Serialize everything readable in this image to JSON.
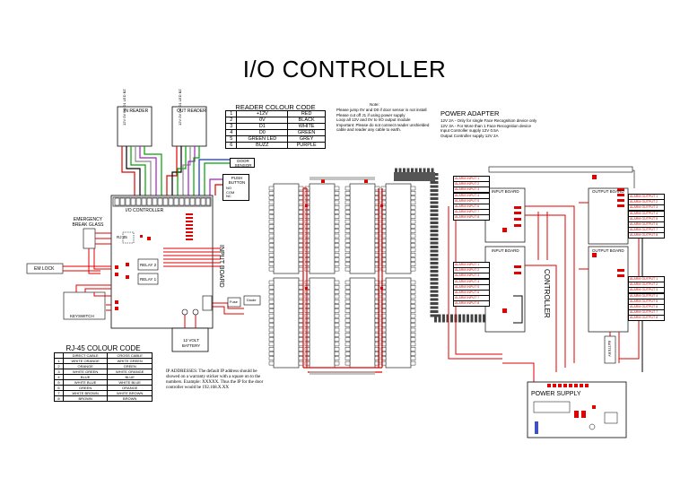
{
  "title": "I/O CONTROLLER",
  "left_panel": {
    "in_reader": "IN READER",
    "out_reader": "OUT READER",
    "reader_pins": [
      "12V",
      "0V",
      "D0",
      "D1",
      "LED",
      "BZ"
    ],
    "door_sensor": "DOOR SENSOR",
    "push_button": "PUSH BUTTON",
    "push_pins": [
      "NO",
      "COM",
      "NC"
    ],
    "io_controller": "I/O CONTROLLER",
    "rj45": "RJ 45",
    "relay2": "RELAY 2",
    "relay1": "RELAY 1",
    "input_board": "INPUT BOARD",
    "emergency": "EMERGENCY BREAK GLASS",
    "em_lock": "EM LOCK",
    "keyswitch": "KEYSWITCH",
    "battery": "12 VOLT BATTERY",
    "fuse_label": "Fuse",
    "diode_label": "Diode"
  },
  "reader_table": {
    "title": "READER COLOUR CODE",
    "rows": [
      [
        "1",
        "+12V",
        "RED"
      ],
      [
        "2",
        "0V",
        "BLACK"
      ],
      [
        "3",
        "D1",
        "WHITE"
      ],
      [
        "4",
        "D0",
        "GREEN"
      ],
      [
        "5",
        "GREEN LED",
        "GREY"
      ],
      [
        "6",
        "BUZZ",
        "PURPLE"
      ]
    ]
  },
  "note": {
    "heading": "Note:",
    "items": [
      "Please jump 0V and D0 if door sensor is not install",
      "Please cut off J1 if using power supply",
      "Loop all 12V and 0V to I/O output module",
      "Important: Please do not connect reader unshielded cable and reader any cable to earth."
    ]
  },
  "power_adapter": {
    "title": "POWER ADAPTER",
    "lines": [
      "12V 2A - Only for single Face Recognition device only",
      "12V 3A - For More than 1 Face Recognition device",
      "Input Controller supply 12V 0.5A",
      "Output Controller supply 12V 2A"
    ]
  },
  "rj45_table": {
    "title": "RJ-45 COLOUR CODE",
    "header": [
      "",
      "DIRECT CABLE",
      "CROSS CABLE"
    ],
    "rows": [
      [
        "1",
        "WHITE ORANGE",
        "WHITE GREEN"
      ],
      [
        "2",
        "ORANGE",
        "GREEN"
      ],
      [
        "3",
        "WHITE GREEN",
        "WHITE ORANGE"
      ],
      [
        "4",
        "BLUE",
        "BLUE"
      ],
      [
        "5",
        "WHITE BLUE",
        "WHITE BLUE"
      ],
      [
        "6",
        "GREEN",
        "ORANGE"
      ],
      [
        "7",
        "WHITE BROWN",
        "WHITE BROWN"
      ],
      [
        "8",
        "BROWN",
        "BROWN"
      ]
    ]
  },
  "ip_note": "IP ADDRESSES: The default IP address should be showed on a warranty sticker with a square on to the numbers. Example: XXXXX. Thus the IP for the door controller would be 192.168.X.XX",
  "right_panel": {
    "input_board": "INPUT BOARD",
    "output_board": "OUTPUT BOARD",
    "controller": "CONTROLLER",
    "power_supply": "POWER SUPPLY",
    "alarm_input": "ALARM INPUT",
    "alarm_output": "ALARM OUTPUT",
    "battery": "BATTERY"
  },
  "colors": {
    "red": "#e00000",
    "green": "#00a000",
    "blue": "#1030d0",
    "purple": "#a020c0",
    "grey": "#606060",
    "dark": "#333333"
  }
}
